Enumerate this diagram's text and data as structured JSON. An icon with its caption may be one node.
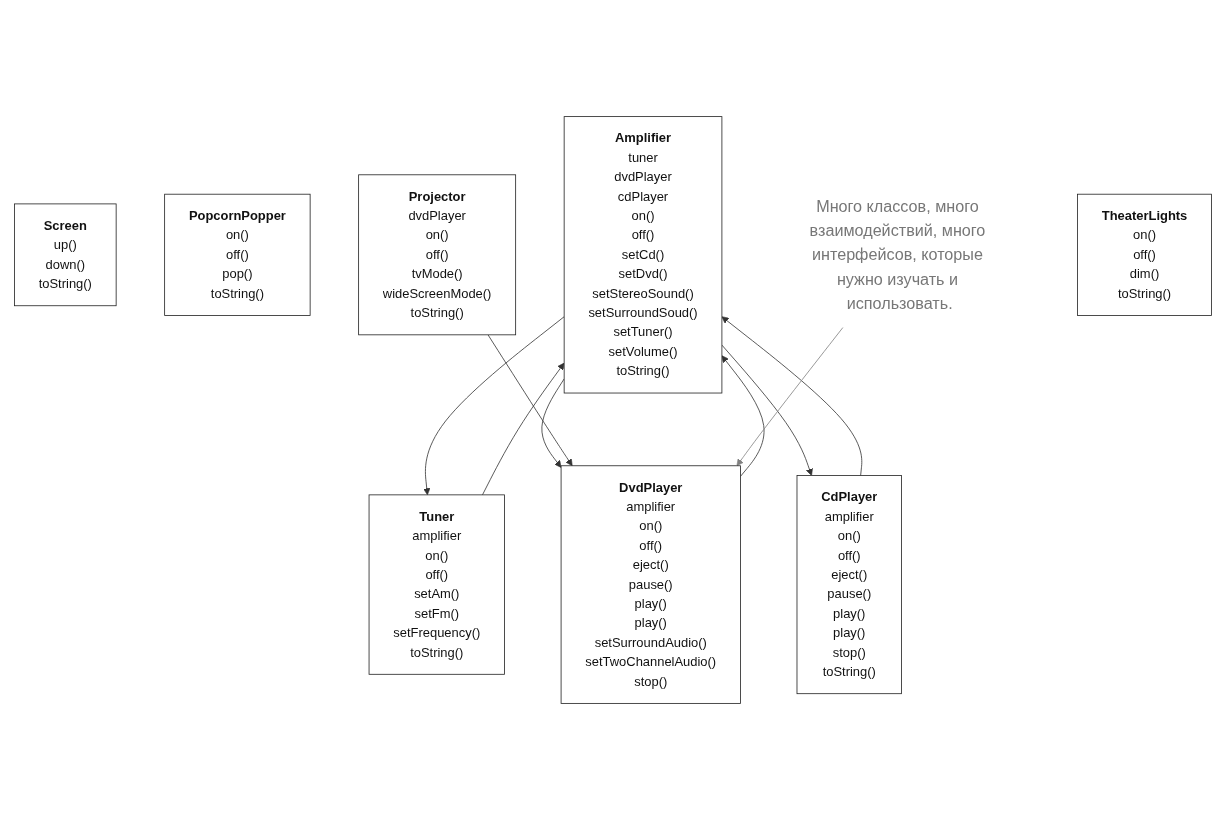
{
  "diagram": {
    "nodes": [
      {
        "text": [
          "Amplifier",
          "tuner",
          "dvdPlayer",
          "cdPlayer",
          "on()",
          "off()",
          "setCd()",
          "setDvd()",
          "setStereoSound()",
          "setSurroundSoud()",
          "setTuner()",
          "setVolume()",
          "toString()"
        ]
      },
      {
        "text": [
          "Tuner",
          "amplifier",
          "on()",
          "off()",
          "setAm()",
          "setFm()",
          "setFrequency()",
          "toString()"
        ]
      },
      {
        "text": [
          "DvdPlayer",
          "amplifier",
          "on()",
          "off()",
          "eject()",
          "pause()",
          "play()",
          "play()",
          "setSurroundAudio()",
          "setTwoChannelAudio()",
          "stop()"
        ]
      },
      {
        "text": [
          "CdPlayer",
          "amplifier",
          "on()",
          "off()",
          "eject()",
          "pause()",
          "play()",
          "play()",
          "stop()",
          "toString()"
        ]
      },
      {
        "text": [
          "Screen",
          "up()",
          "down()",
          "toString()"
        ]
      },
      {
        "text": [
          "Projector",
          "dvdPlayer",
          "on()",
          "off()",
          "tvMode()",
          "wideScreenMode()",
          "toString()"
        ]
      },
      {
        "text": [
          "PopcornPopper",
          "on()",
          "off()",
          "pop()",
          "toString()"
        ]
      },
      {
        "text": [
          "TheaterLights",
          "on()",
          "off()",
          "dim()",
          "toString()"
        ]
      },
      {
        "text": [
          "Много классов, много взаимодействий, много интерфейсов, которые нужно изучать и использовать."
        ]
      }
    ],
    "edges": [
      {
        "from": 1,
        "to": 0,
        "arrow": "to"
      },
      {
        "from": 0,
        "to": 1,
        "arrow": "to"
      },
      {
        "from": 0,
        "to": 2,
        "arrow": "to"
      },
      {
        "from": 2,
        "to": 0,
        "arrow": "to"
      },
      {
        "from": 0,
        "to": 3,
        "arrow": "to"
      },
      {
        "from": 3,
        "to": 0,
        "arrow": "to"
      },
      {
        "from": 5,
        "to": 2,
        "arrow": "to"
      },
      {
        "from": 8,
        "to": 2,
        "arrow": "to",
        "color": "#808080"
      }
    ]
  }
}
